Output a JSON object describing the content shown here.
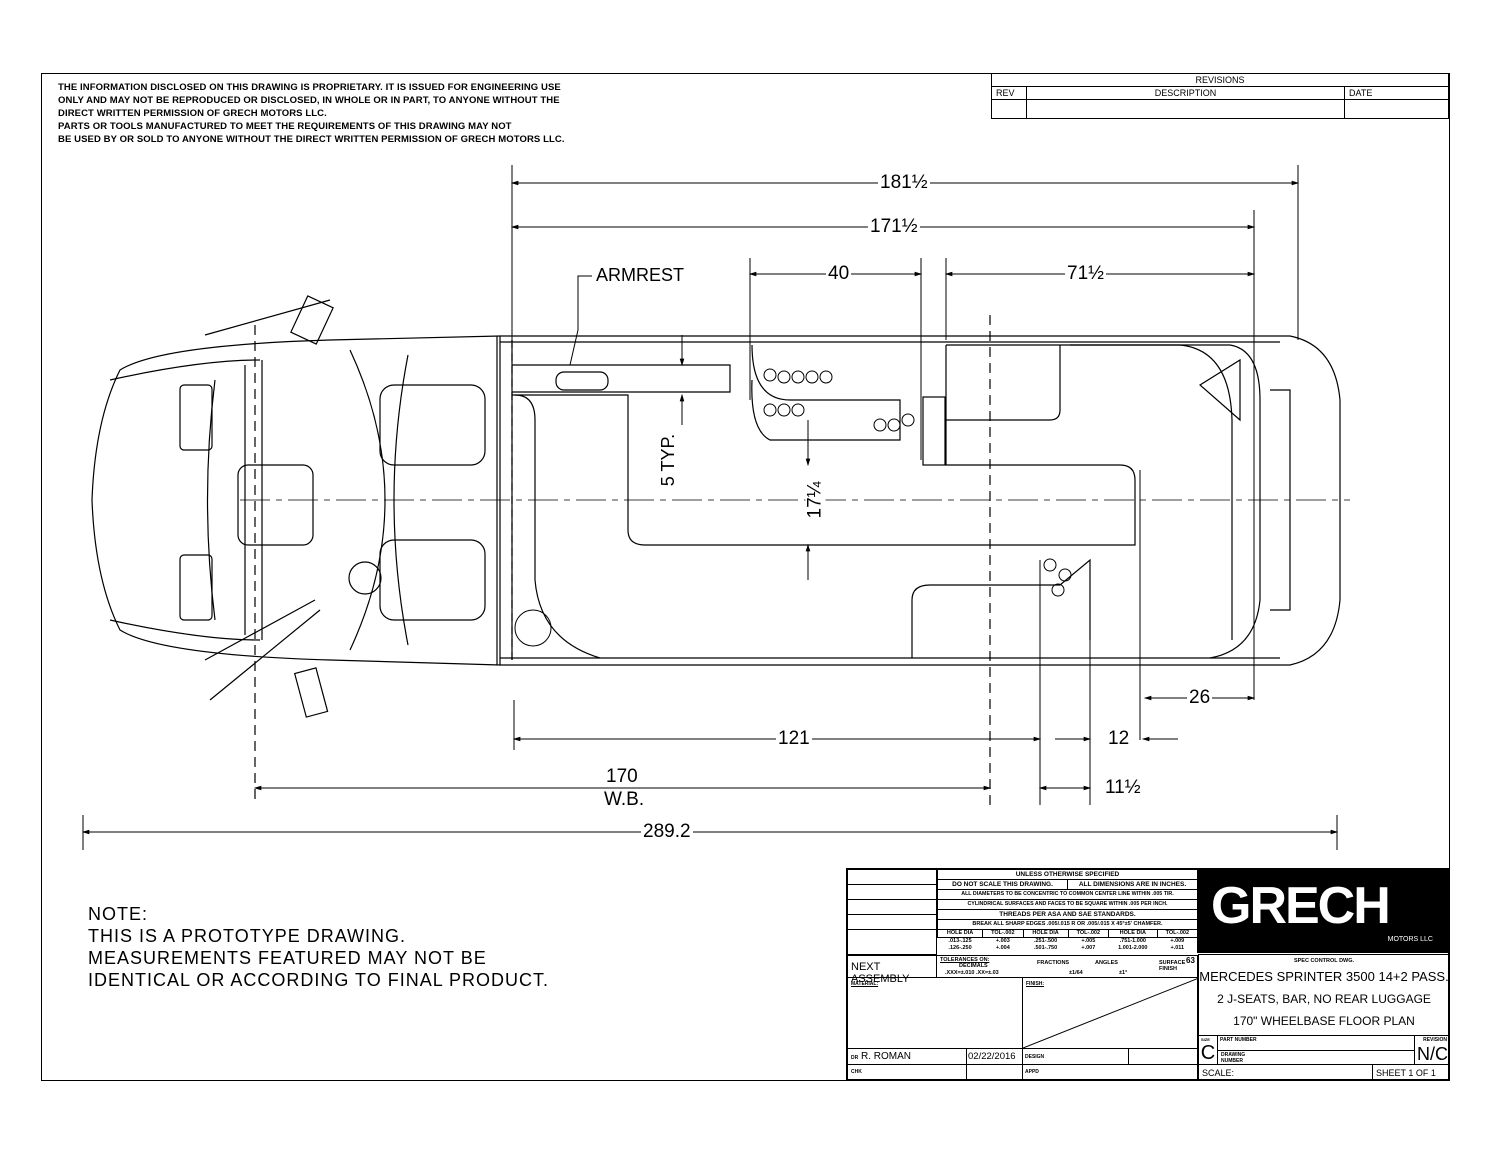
{
  "proprietary_notice": [
    "THE INFORMATION DISCLOSED ON THIS DRAWING IS PROPRIETARY. IT IS ISSUED FOR ENGINEERING USE",
    "ONLY AND MAY NOT BE REPRODUCED OR DISCLOSED, IN WHOLE OR IN PART, TO ANYONE WITHOUT THE",
    "DIRECT WRITTEN PERMISSION OF GRECH MOTORS LLC.",
    "PARTS OR TOOLS MANUFACTURED TO MEET THE REQUIREMENTS OF THIS DRAWING MAY NOT",
    "BE USED BY OR SOLD TO ANYONE WITHOUT THE DIRECT WRITTEN PERMISSION OF GRECH MOTORS LLC."
  ],
  "revisions": {
    "title": "REVISIONS",
    "rev": "REV",
    "description": "DESCRIPTION",
    "date": "DATE"
  },
  "dimensions": {
    "overall_181": "181½",
    "overall_171": "171½",
    "d40": "40",
    "d71": "71½",
    "armrest": "ARMREST",
    "typ5": "5 TYP.",
    "d17": "17¼",
    "d26": "26",
    "d121": "121",
    "d12": "12",
    "wb": "170",
    "wb_label": "W.B.",
    "d11": "11½",
    "overall_289": "289.2"
  },
  "note": {
    "title": "NOTE:",
    "lines": [
      "THIS IS A PROTOTYPE DRAWING.",
      "MEASUREMENTS FEATURED MAY NOT BE",
      "IDENTICAL OR ACCORDING TO FINAL PRODUCT."
    ]
  },
  "title_block": {
    "unless": "UNLESS OTHERWISE SPECIFIED",
    "no_scale": "DO NOT SCALE THIS DRAWING.",
    "inches": "ALL DIMENSIONS ARE IN INCHES.",
    "concentric": "ALL DIAMETERS TO BE CONCENTRIC TO COMMON CENTER LINE WITHIN .005 TIR.",
    "square": "CYLINDRICAL SURFACES AND FACES TO BE SQUARE WITHIN .005 PER INCH.",
    "threads": "THREADS PER ASA AND SAE STANDARDS.",
    "edges": "BREAK ALL SHARP EDGES .005/.015 R OR .005/.015 X 45°±5' CHAMFER.",
    "hole_table": [
      [
        "HOLE DIA",
        "TOL-.002",
        "HOLE DIA",
        "TOL-.002",
        "HOLE DIA",
        "TOL-.002"
      ],
      [
        ".013-.125",
        "+.003",
        ".251-.500",
        "+.005",
        ".751-1.000",
        "+.009"
      ],
      [
        ".126-.250",
        "+.004",
        ".501-.750",
        "+.007",
        "1.001-2.000",
        "+.011"
      ]
    ],
    "next_assembly": "NEXT ASSEMBLY",
    "tolerances": "TOLERANCES ON:",
    "decimals": "DECIMALS",
    "dec_values": ".XXX=±.010   .XX=±.03",
    "fractions": "FRACTIONS",
    "fractions_val": "±1/64",
    "angles": "ANGLES",
    "angles_val": "±1°",
    "surface": "SURFACE FINISH",
    "surface_val": "63",
    "material": "MATERIAL:",
    "finish": "FINISH:",
    "dr_label": "DR",
    "drawn_by": "R. ROMAN",
    "date": "02/22/2016",
    "design": "DESIGN",
    "chk": "CHK",
    "appd": "APPD",
    "company": "GRECH",
    "company_sub": "MOTORS LLC",
    "spec": "SPEC CONTROL DWG.",
    "title_lines": [
      "MERCEDES SPRINTER 3500 14+2 PASS.",
      "2 J-SEATS, BAR, NO REAR LUGGAGE",
      "170\" WHEELBASE FLOOR PLAN"
    ],
    "size_label": "SIZE",
    "size": "C",
    "part_number": "PART NUMBER",
    "drawing_number": "DRAWING NUMBER",
    "revision_label": "REVISION",
    "revision": "N/C",
    "scale": "SCALE:",
    "sheet": "SHEET 1 OF 1"
  }
}
